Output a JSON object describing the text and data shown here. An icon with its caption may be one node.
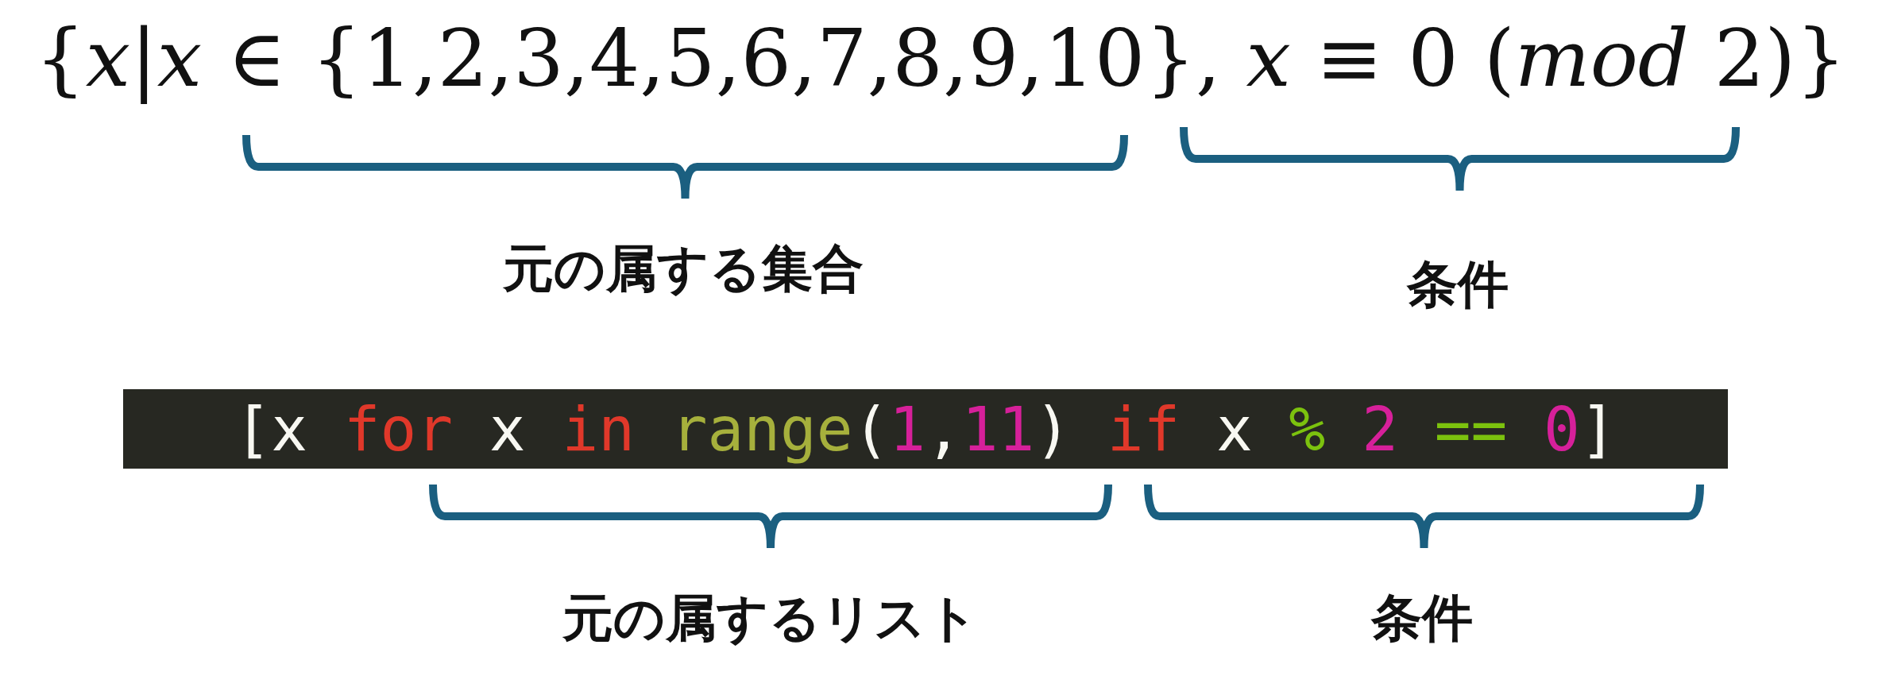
{
  "diagram": {
    "nodes": [
      {
        "text": [
          "[x for x in range(1,11) if x % 2 == 0]"
        ]
      }
    ],
    "labels": [
      "{*x*|*x* ∈ {1,2,3,4,5,6,7,8,9,10}, *x* ≡ 0 (*mod* 2)}",
      "元の属する集合",
      "条件",
      "元の属するリスト",
      "条件"
    ]
  }
}
